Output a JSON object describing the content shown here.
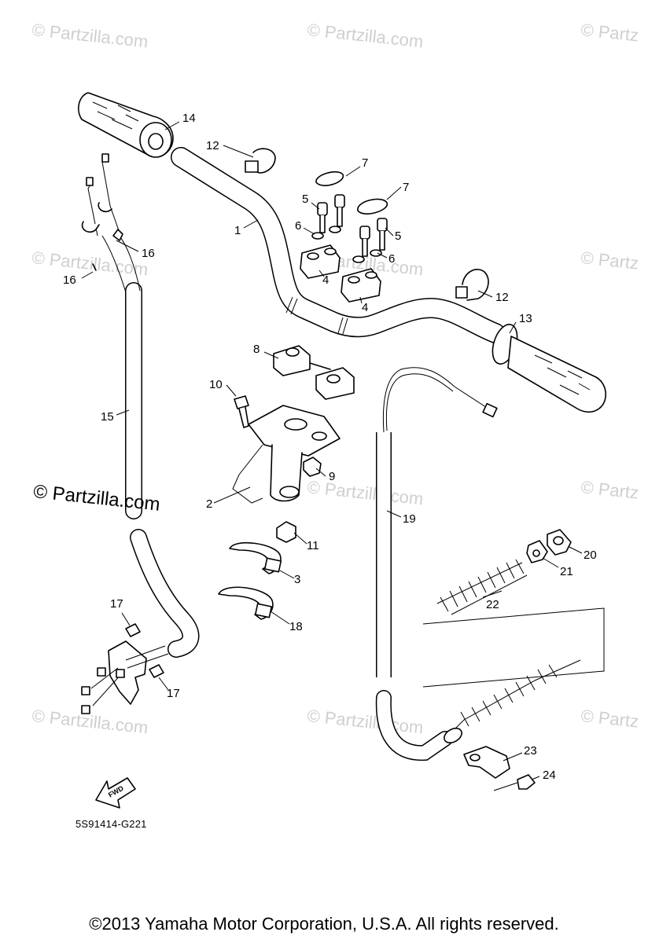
{
  "watermarks": {
    "faint": "© Partzilla.com",
    "faint_cut": "© Partz",
    "bold": "© Partzilla.com"
  },
  "callouts": {
    "n1": "1",
    "n2": "2",
    "n3": "3",
    "n4": "4",
    "n5": "5",
    "n6": "6",
    "n7": "7",
    "n8": "8",
    "n9": "9",
    "n10": "10",
    "n11": "11",
    "n12": "12",
    "n13": "13",
    "n14": "14",
    "n15": "15",
    "n16": "16",
    "n17": "17",
    "n18": "18",
    "n19": "19",
    "n20": "20",
    "n21": "21",
    "n22": "22",
    "n23": "23",
    "n24": "24"
  },
  "fwd_label": "FWD",
  "diagram_code": "5S91414-G221",
  "footer": "©2013 Yamaha Motor Corporation, U.S.A. All rights reserved.",
  "colors": {
    "line": "#000000",
    "watermark": "#cfcfcf",
    "background": "#ffffff"
  }
}
